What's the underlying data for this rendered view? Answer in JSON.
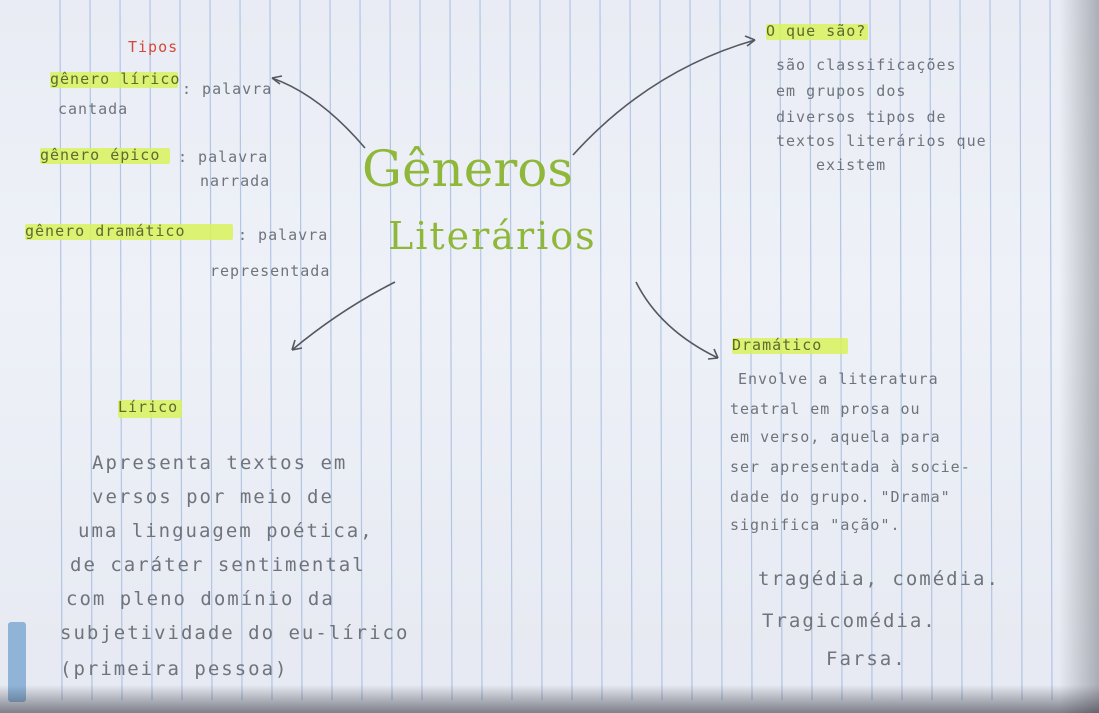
{
  "center": {
    "line1": "Gêneros",
    "line2": "Literários"
  },
  "tipos": {
    "heading": "Tipos",
    "items": [
      {
        "label": "gênero lírico",
        "desc1": ": palavra",
        "desc2": "cantada"
      },
      {
        "label": "gênero épico",
        "desc1": ": palavra",
        "desc2": "narrada"
      },
      {
        "label": "gênero dramático",
        "desc1": ": palavra",
        "desc2": "representada"
      }
    ]
  },
  "o_que_sao": {
    "heading": "O que são?",
    "lines": [
      "são classificações",
      "em grupos dos",
      "diversos tipos de",
      "textos literários que",
      "existem"
    ]
  },
  "dramatico": {
    "heading": "Dramático",
    "lines": [
      "Envolve a literatura",
      "teatral em prosa ou",
      "em verso, aquela para",
      "ser apresentada à socie-",
      "dade do grupo. \"Drama\"",
      "significa \"ação\"."
    ],
    "examples": [
      "tragédia, comédia.",
      "Tragicomédia.",
      "Farsa."
    ]
  },
  "lirico": {
    "heading": "Lírico",
    "lines": [
      "Apresenta textos em",
      "versos por meio de",
      "uma linguagem poética,",
      "de caráter sentimental",
      "com pleno domínio da",
      "subjetividade do eu-lírico",
      "(primeira pessoa)"
    ]
  }
}
